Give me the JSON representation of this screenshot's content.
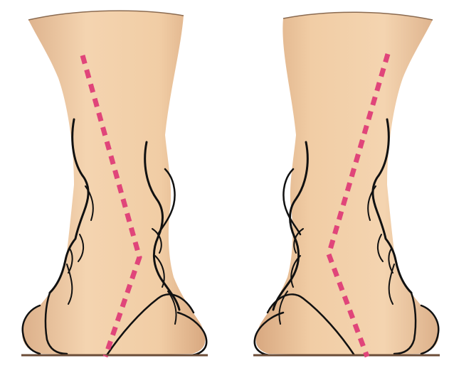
{
  "figure": {
    "panels": [
      {
        "side": "left",
        "alignment": "pronated"
      },
      {
        "side": "right",
        "alignment": "supinated"
      }
    ],
    "colors": {
      "background": "#ffffff",
      "skin": "#f1cda5",
      "skin_shadow": "#d9aa80",
      "outline": "#111111",
      "alignment_line": "#e0457a"
    }
  }
}
